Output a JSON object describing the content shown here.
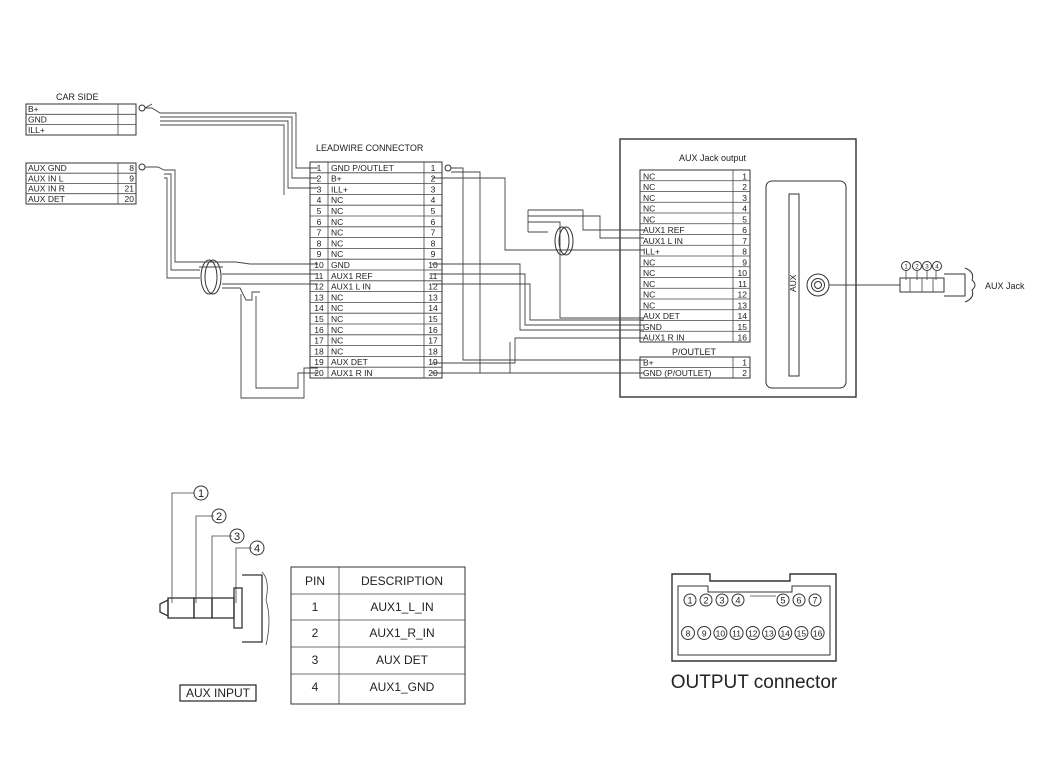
{
  "car_side": {
    "title": "CAR SIDE",
    "rows": [
      "B+",
      "GND",
      "ILL+"
    ]
  },
  "aux_side": {
    "rows": [
      {
        "label": "AUX GND",
        "pin": "8"
      },
      {
        "label": "AUX IN L",
        "pin": "9"
      },
      {
        "label": "AUX IN R",
        "pin": "21"
      },
      {
        "label": "AUX DET",
        "pin": "20"
      }
    ]
  },
  "leadwire": {
    "title": "LEADWIRE CONNECTOR",
    "rows": [
      {
        "pin": "1",
        "label": "GND P/OUTLET",
        "pin_r": "1"
      },
      {
        "pin": "2",
        "label": "B+",
        "pin_r": "2"
      },
      {
        "pin": "3",
        "label": "ILL+",
        "pin_r": "3"
      },
      {
        "pin": "4",
        "label": "NC",
        "pin_r": "4"
      },
      {
        "pin": "5",
        "label": "NC",
        "pin_r": "5"
      },
      {
        "pin": "6",
        "label": "NC",
        "pin_r": "6"
      },
      {
        "pin": "7",
        "label": "NC",
        "pin_r": "7"
      },
      {
        "pin": "8",
        "label": "NC",
        "pin_r": "8"
      },
      {
        "pin": "9",
        "label": "NC",
        "pin_r": "9"
      },
      {
        "pin": "10",
        "label": "GND",
        "pin_r": "10"
      },
      {
        "pin": "11",
        "label": "AUX1 REF",
        "pin_r": "11"
      },
      {
        "pin": "12",
        "label": "AUX1 L IN",
        "pin_r": "12"
      },
      {
        "pin": "13",
        "label": "NC",
        "pin_r": "13"
      },
      {
        "pin": "14",
        "label": "NC",
        "pin_r": "14"
      },
      {
        "pin": "15",
        "label": "NC",
        "pin_r": "15"
      },
      {
        "pin": "16",
        "label": "NC",
        "pin_r": "16"
      },
      {
        "pin": "17",
        "label": "NC",
        "pin_r": "17"
      },
      {
        "pin": "18",
        "label": "NC",
        "pin_r": "18"
      },
      {
        "pin": "19",
        "label": "AUX DET",
        "pin_r": "19"
      },
      {
        "pin": "20",
        "label": "AUX1 R IN",
        "pin_r": "20"
      }
    ]
  },
  "aux_output": {
    "title": "AUX Jack output",
    "rows": [
      {
        "label": "NC",
        "pin": "1"
      },
      {
        "label": "NC",
        "pin": "2"
      },
      {
        "label": "NC",
        "pin": "3"
      },
      {
        "label": "NC",
        "pin": "4"
      },
      {
        "label": "NC",
        "pin": "5"
      },
      {
        "label": "AUX1 REF",
        "pin": "6"
      },
      {
        "label": "AUX1 L IN",
        "pin": "7"
      },
      {
        "label": "ILL+",
        "pin": "8"
      },
      {
        "label": "NC",
        "pin": "9"
      },
      {
        "label": "NC",
        "pin": "10"
      },
      {
        "label": "NC",
        "pin": "11"
      },
      {
        "label": "NC",
        "pin": "12"
      },
      {
        "label": "NC",
        "pin": "13"
      },
      {
        "label": "AUX DET",
        "pin": "14"
      },
      {
        "label": "GND",
        "pin": "15"
      },
      {
        "label": "AUX1 R IN",
        "pin": "16"
      }
    ],
    "poutlet_title": "P/OUTLET",
    "poutlet_rows": [
      {
        "label": "B+",
        "pin": "1"
      },
      {
        "label": "GND (P/OUTLET)",
        "pin": "2"
      }
    ],
    "module_label": "AUX"
  },
  "aux_jack": {
    "label": "AUX Jack",
    "pins": [
      "1",
      "2",
      "3",
      "4"
    ]
  },
  "aux_input_plug": {
    "label": "AUX INPUT",
    "callouts": [
      "1",
      "2",
      "3",
      "4"
    ]
  },
  "pin_table": {
    "headers": [
      "PIN",
      "DESCRIPTION"
    ],
    "rows": [
      {
        "pin": "1",
        "description": "AUX1_L_IN"
      },
      {
        "pin": "2",
        "description": "AUX1_R_IN"
      },
      {
        "pin": "3",
        "description": "AUX DET"
      },
      {
        "pin": "4",
        "description": "AUX1_GND"
      }
    ]
  },
  "output_connector": {
    "label": "OUTPUT connector",
    "top_pins": [
      "1",
      "2",
      "3",
      "4",
      "5",
      "6",
      "7"
    ],
    "bottom_pins": [
      "8",
      "9",
      "10",
      "11",
      "12",
      "13",
      "14",
      "15",
      "16"
    ]
  }
}
